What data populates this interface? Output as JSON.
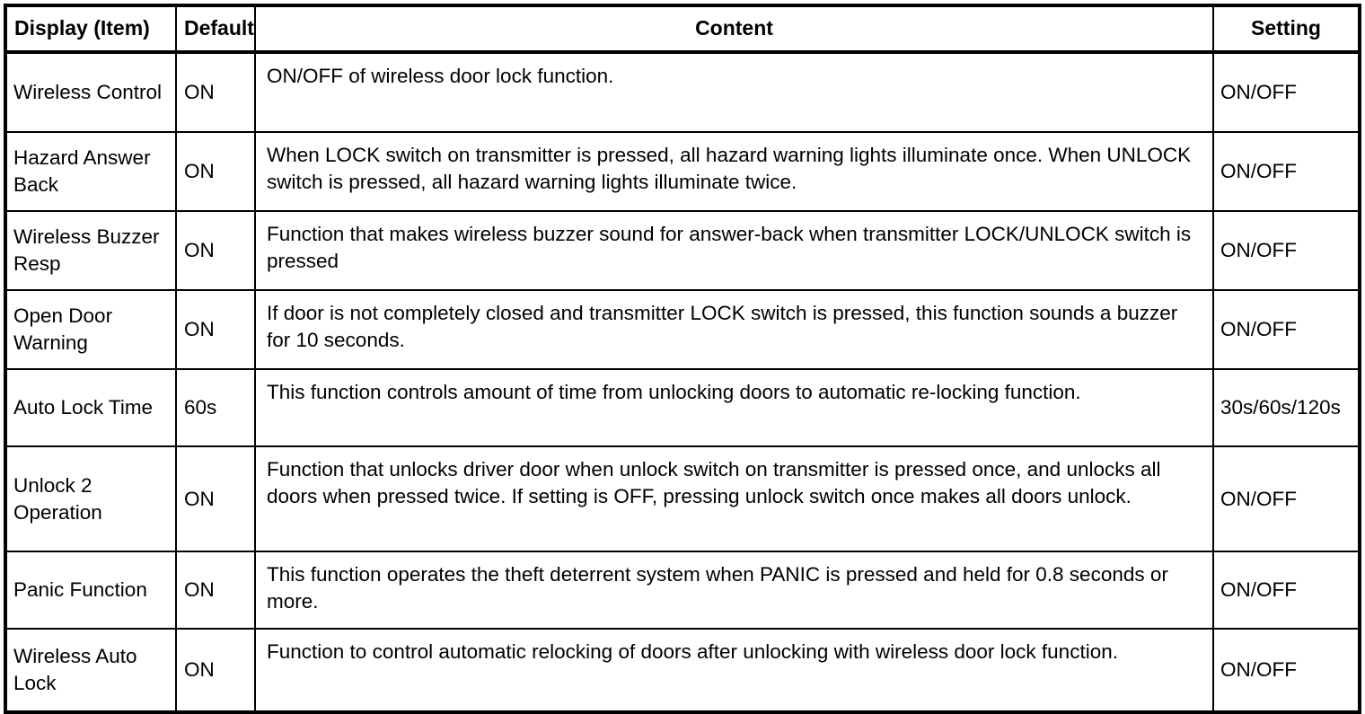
{
  "table": {
    "columns": [
      {
        "key": "display",
        "label": "Display (Item)",
        "align": "left"
      },
      {
        "key": "default",
        "label": "Default",
        "align": "left"
      },
      {
        "key": "content",
        "label": "Content",
        "align": "center"
      },
      {
        "key": "setting",
        "label": "Setting",
        "align": "center"
      }
    ],
    "rows": [
      {
        "display": "Wireless Control",
        "default": "ON",
        "content": "ON/OFF of wireless door lock function.",
        "setting": "ON/OFF"
      },
      {
        "display": "Hazard Answer Back",
        "default": "ON",
        "content": "When LOCK switch on transmitter is pressed, all hazard warning lights illuminate once. When UNLOCK switch is pressed, all hazard warning lights illuminate twice.",
        "setting": "ON/OFF"
      },
      {
        "display": "Wireless Buzzer Resp",
        "default": "ON",
        "content": "Function that makes wireless buzzer sound for answer-back when transmitter LOCK/UNLOCK switch is pressed",
        "setting": "ON/OFF"
      },
      {
        "display": "Open Door Warning",
        "default": "ON",
        "content": "If door is not completely closed and transmitter LOCK switch is pressed, this function sounds a buzzer for 10 seconds.",
        "setting": "ON/OFF"
      },
      {
        "display": "Auto Lock Time",
        "default": "60s",
        "content": "This function controls amount of time from unlocking doors to automatic re-locking function.",
        "setting": "30s/60s/120s"
      },
      {
        "display": "Unlock 2 Operation",
        "default": "ON",
        "content": "Function that unlocks driver door when unlock switch on transmitter is pressed once, and unlocks all doors when pressed twice. If setting is OFF, pressing unlock switch once makes all doors unlock.",
        "setting": "ON/OFF"
      },
      {
        "display": "Panic Function",
        "default": "ON",
        "content": "This function operates the theft deterrent system when PANIC is pressed and held for 0.8 seconds or more.",
        "setting": "ON/OFF"
      },
      {
        "display": "Wireless Auto Lock",
        "default": "ON",
        "content": "Function to control automatic relocking of doors after unlocking with wireless door lock function.",
        "setting": "ON/OFF"
      }
    ]
  }
}
